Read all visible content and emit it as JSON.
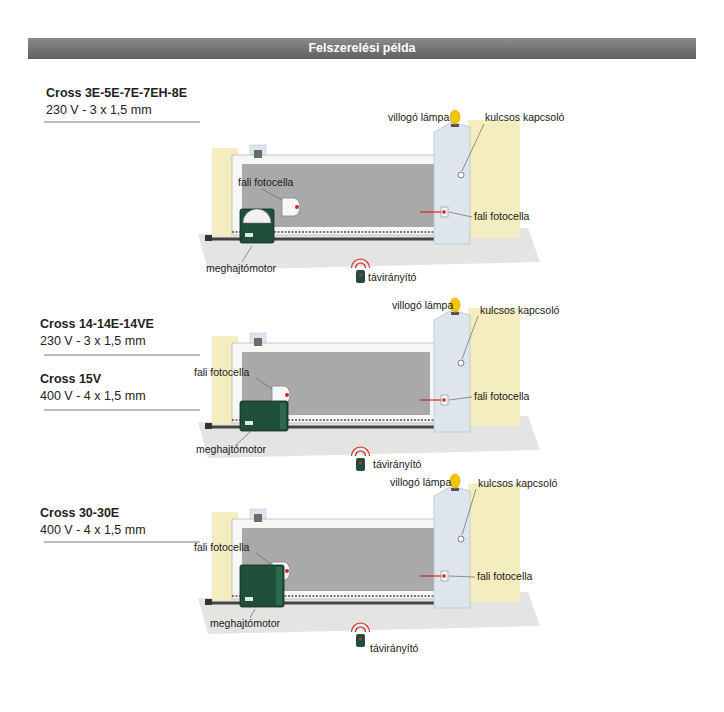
{
  "diagram": {
    "title": "Felszerelési példa",
    "labels": [
      "Cross 3E-5E-7E-7EH-8E",
      "230 V - 3 x 1,5 mm",
      "villogó lámpa",
      "kulcsos kapcsoló",
      "fali fotocella",
      "fali fotocella",
      "meghajtómotor",
      "távirányító",
      "Cross 14-14E-14VE",
      "230 V - 3 x 1,5 mm",
      "Cross 15V",
      "400 V - 4 x 1,5 mm",
      "villogó lámpa",
      "kulcsos kapcsoló",
      "fali fotocella",
      "fali fotocella",
      "meghajtómotor",
      "távirányító",
      "Cross 30-30E",
      "400 V - 4 x 1,5 mm",
      "villogó lámpa",
      "kulcsos kapcsoló",
      "fali fotocella",
      "fali fotocella",
      "meghajtómotor",
      "távirányító"
    ]
  }
}
